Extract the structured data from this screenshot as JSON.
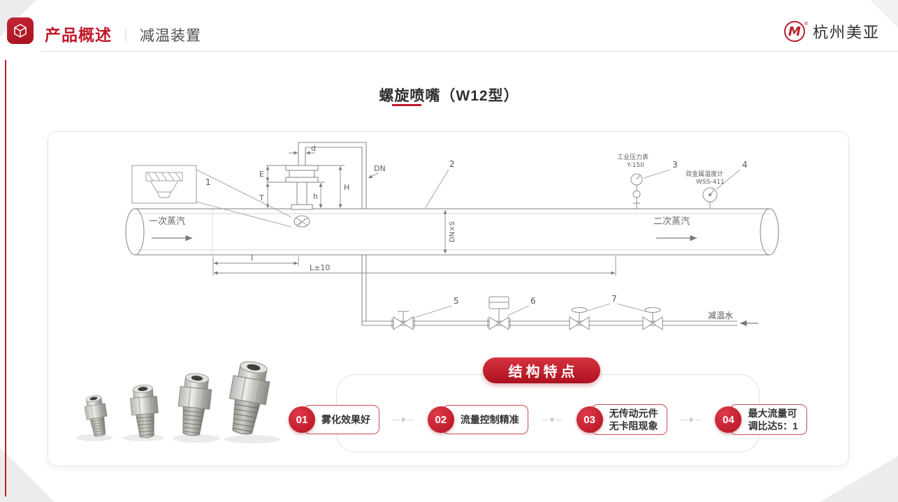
{
  "colors": {
    "accent": "#b6202e",
    "banner_red": "#c0101f"
  },
  "header": {
    "title": "产品概述",
    "divider": "｜",
    "subtitle": "减温装置"
  },
  "logo": {
    "mark": "M",
    "registered": "®",
    "company": "杭州美亚"
  },
  "page": {
    "title": "螺旋喷嘴（W12型）"
  },
  "diagram": {
    "flow_left": "一次蒸汽",
    "flow_right": "二次蒸汽",
    "water_inlet": "减温水",
    "dims": {
      "d": "d",
      "dn": "DN",
      "e": "E",
      "t": "T",
      "h_big": "H",
      "h_small": "h",
      "i": "I",
      "l": "L±10",
      "dnxs": "DN×S"
    },
    "instrument1": {
      "name": "工业压力表",
      "model": "Y-150"
    },
    "instrument2": {
      "name": "双金属温度计",
      "model": "WSS-411"
    },
    "callouts": {
      "c1": "1",
      "c2": "2",
      "c3": "3",
      "c4": "4",
      "c5": "5",
      "c6": "6",
      "c7": "7"
    }
  },
  "features": {
    "banner": "结构特点",
    "items": [
      {
        "num": "01",
        "line1": "雾化效果好",
        "line2": ""
      },
      {
        "num": "02",
        "line1": "流量控制精准",
        "line2": ""
      },
      {
        "num": "03",
        "line1": "无传动元件",
        "line2": "无卡阻现象"
      },
      {
        "num": "04",
        "line1": "最大流量可",
        "line2": "调比达5：1"
      }
    ]
  }
}
